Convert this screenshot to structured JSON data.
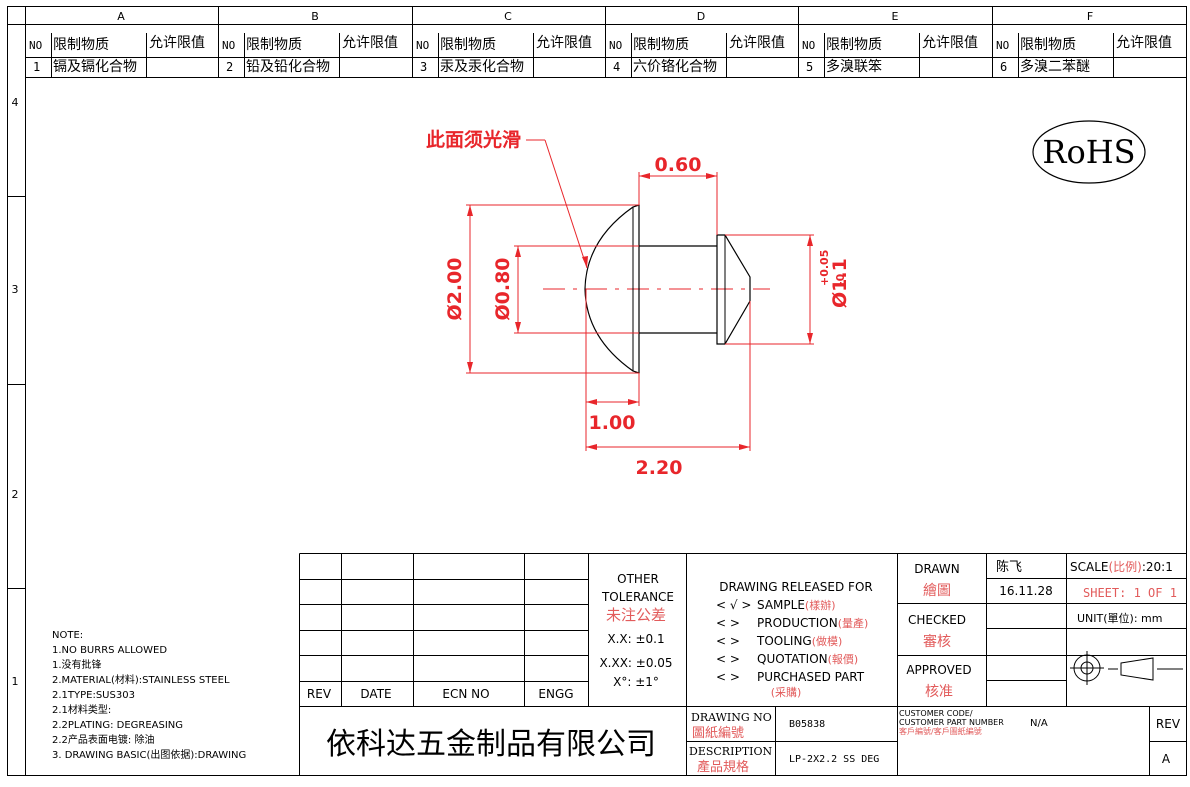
{
  "grid": {
    "columns": [
      "A",
      "B",
      "C",
      "D",
      "E",
      "F"
    ],
    "rows": [
      "4",
      "3",
      "2",
      "1"
    ]
  },
  "restricted_table": {
    "no_header": "NO",
    "substance_header": "限制物质",
    "limit_header": "允许限值",
    "items": [
      {
        "no": "1",
        "substance": "镉及镉化合物",
        "limit": ""
      },
      {
        "no": "2",
        "substance": "铅及铅化合物",
        "limit": ""
      },
      {
        "no": "3",
        "substance": "汞及汞化合物",
        "limit": ""
      },
      {
        "no": "4",
        "substance": "六价铬化合物",
        "limit": ""
      },
      {
        "no": "5",
        "substance": "多溴联笨",
        "limit": ""
      },
      {
        "no": "6",
        "substance": "多溴二苯醚",
        "limit": ""
      }
    ]
  },
  "rohs_label": "RoHS",
  "drawing": {
    "surface_note": "此面须光滑",
    "dims": {
      "head_thickness": "0.60",
      "head_dia": "Ø2.00",
      "shank_dia": "Ø0.80",
      "tip_dia": "Ø1.1",
      "tip_tol_upper": "+0.05",
      "tip_tol_lower": "-0",
      "head_offset": "1.00",
      "total_length": "2.20"
    }
  },
  "notes": {
    "title": "NOTE:",
    "lines": [
      "1.NO BURRS ALLOWED",
      "1.没有批锋",
      "2.MATERIAL(材料):STAINLESS STEEL",
      "2.1TYPE:SUS303",
      "2.1材料类型:",
      "2.2PLATING: DEGREASING",
      "2.2产品表面电镀: 除油",
      "3. DRAWING BASIC(出图依据):DRAWING"
    ]
  },
  "revision_table": {
    "rev": "REV",
    "date": "DATE",
    "ecn": "ECN NO",
    "engg": "ENGG"
  },
  "tolerance": {
    "title1": "OTHER",
    "title2": "TOLERANCE",
    "title_cn": "未注公差",
    "xx": "X.X: ±0.1",
    "xxx": "X.XX: ±0.05",
    "angle": "X°: ±1°"
  },
  "release": {
    "title": "DRAWING RELEASED FOR",
    "options": [
      {
        "mark": "<  √  >",
        "label": "SAMPLE",
        "cn": "(樣辦)"
      },
      {
        "mark": "<       >",
        "label": "PRODUCTION",
        "cn": "(量產)"
      },
      {
        "mark": "<       >",
        "label": "TOOLING",
        "cn": "(做模)"
      },
      {
        "mark": "<       >",
        "label": "QUOTATION",
        "cn": "(報價)"
      },
      {
        "mark": "<       >",
        "label": "PURCHASED PART",
        "cn": "(采購)"
      }
    ]
  },
  "signoff": {
    "drawn_label": "DRAWN",
    "drawn_cn": "繪圖",
    "drawn_name": "陈飞",
    "drawn_date": "16.11.28",
    "checked_label": "CHECKED",
    "checked_cn": "審核",
    "approved_label": "APPROVED",
    "approved_cn": "核准"
  },
  "scale": {
    "label": "SCALE",
    "cn": "(比例)",
    "value": ":20:1",
    "sheet": "SHEET:  1 OF 1",
    "unit_label": "UNIT(",
    "unit_cn": "單位",
    "unit_value": "):  mm"
  },
  "company": "依科达五金制品有限公司",
  "drawing_no": {
    "label": "DRAWING NO",
    "cn": "圖紙編號",
    "value": "B05838"
  },
  "description": {
    "label": "DESCRIPTION",
    "cn": "產品規格",
    "value": "LP-2X2.2 SS DEG"
  },
  "customer": {
    "line1": "CUSTOMER CODE/",
    "line2": "CUSTOMER PART NUMBER",
    "cn": "客戶編號/客戶圖紙編號",
    "value": "N/A"
  },
  "rev_block": {
    "label": "REV",
    "value": "A"
  },
  "colors": {
    "dimension_red": "#e8262b",
    "cn_label_red": "#e25b5b",
    "line": "#000000"
  }
}
